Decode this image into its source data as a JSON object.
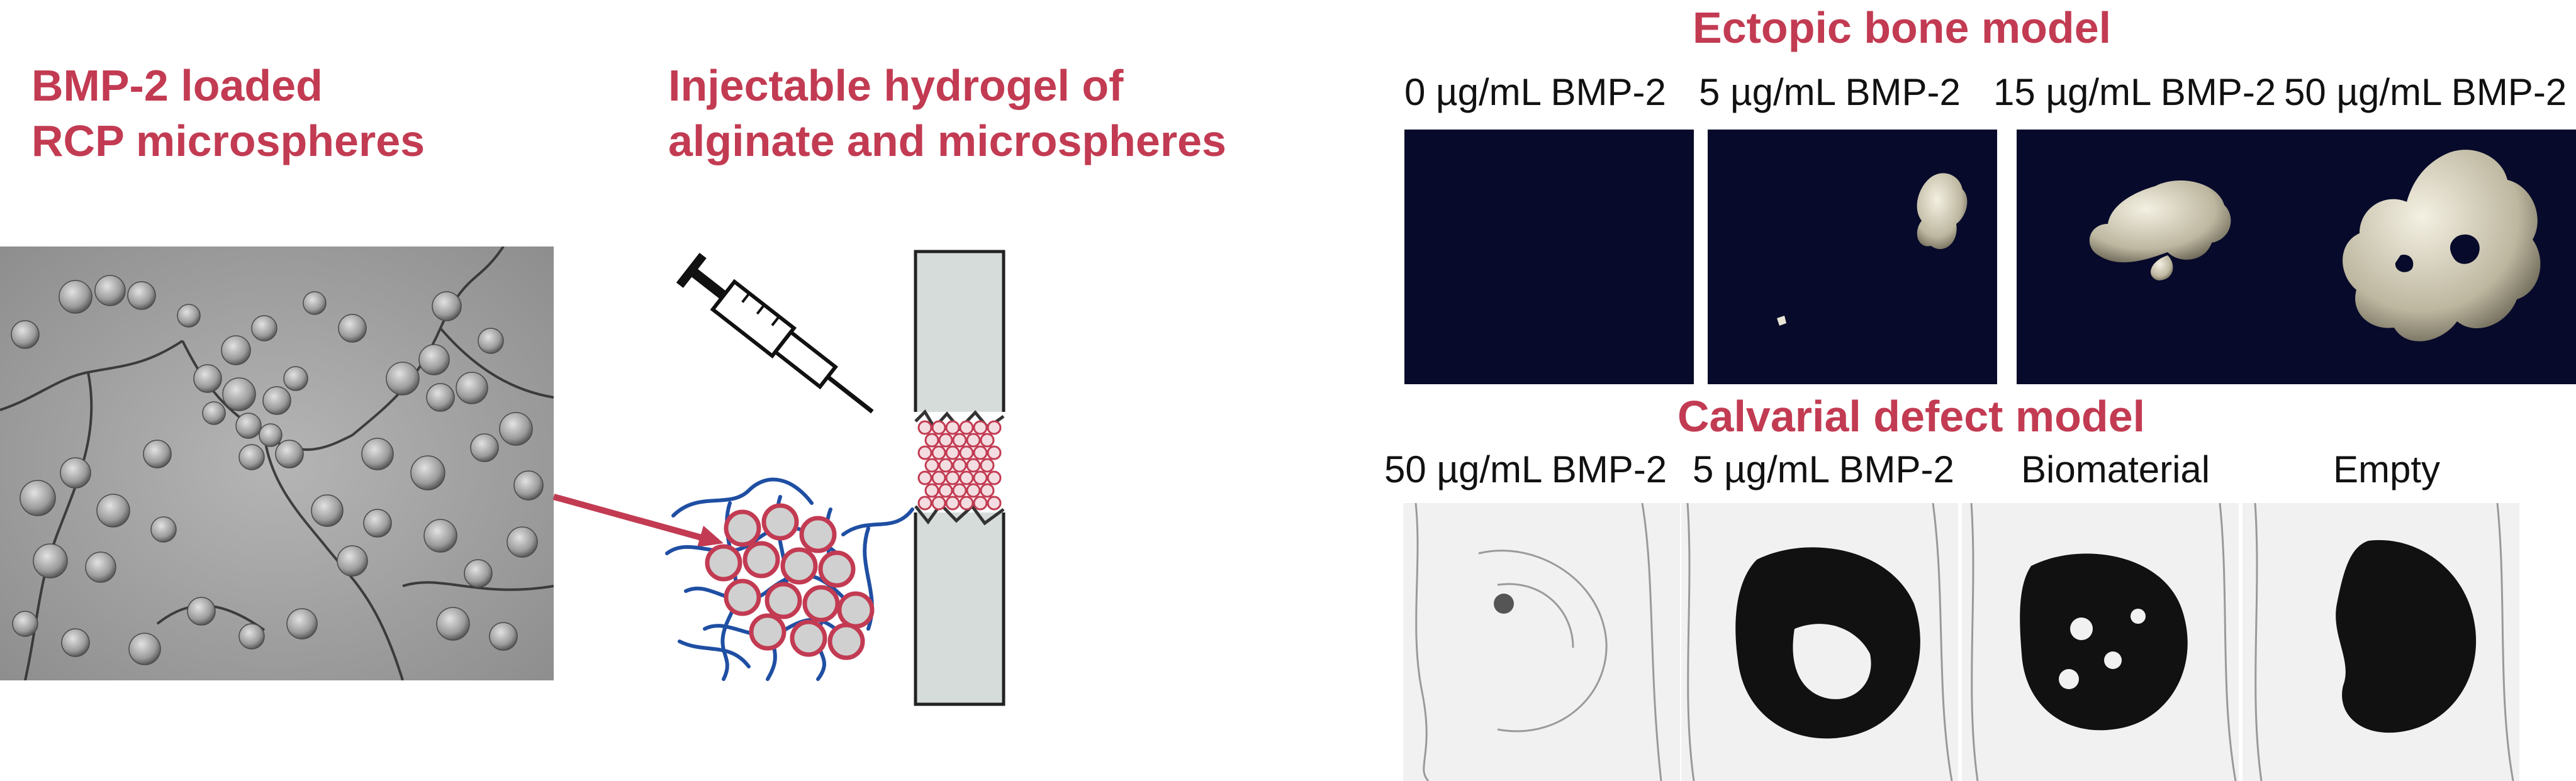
{
  "left": {
    "title_line1": "BMP-2 loaded",
    "title_line2": "RCP microspheres"
  },
  "middle": {
    "title_line1": "Injectable hydrogel of",
    "title_line2": "alginate and microspheres"
  },
  "ectopic": {
    "title": "Ectopic bone model",
    "labels": [
      "0 µg/mL BMP-2",
      "5 µg/mL BMP-2",
      "15 µg/mL BMP-2",
      "50 µg/mL BMP-2"
    ]
  },
  "calvarial": {
    "title": "Calvarial defect model",
    "labels": [
      "50 µg/mL BMP-2",
      "5 µg/mL BMP-2",
      "Biomaterial",
      "Empty"
    ]
  },
  "colors": {
    "accent": "#c23b52",
    "fiber": "#1f4fa3",
    "tube": "#d5dcda",
    "dark_panel": "#070a2a"
  }
}
